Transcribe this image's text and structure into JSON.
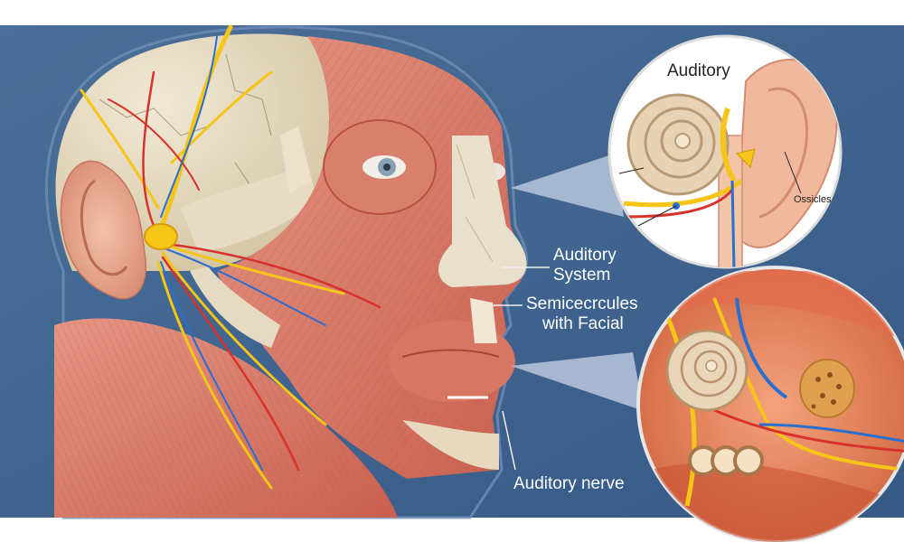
{
  "labels": {
    "auditory_system_line1": "Auditory",
    "auditory_system_line2": "System",
    "semicircles_line1": "Semicecrcules",
    "semicircles_line2": "with Facial",
    "auditory_nerve": "Auditory nerve"
  },
  "callout_top": {
    "title": "Auditory",
    "ossicles": "Ossicles"
  },
  "colors": {
    "background": "#3f6590",
    "muscle": "#d97b6c",
    "bone": "#e8dcc0",
    "nerve_yellow": "#f5c518",
    "nerve_red": "#d8322c",
    "nerve_blue": "#2a6fd0"
  }
}
